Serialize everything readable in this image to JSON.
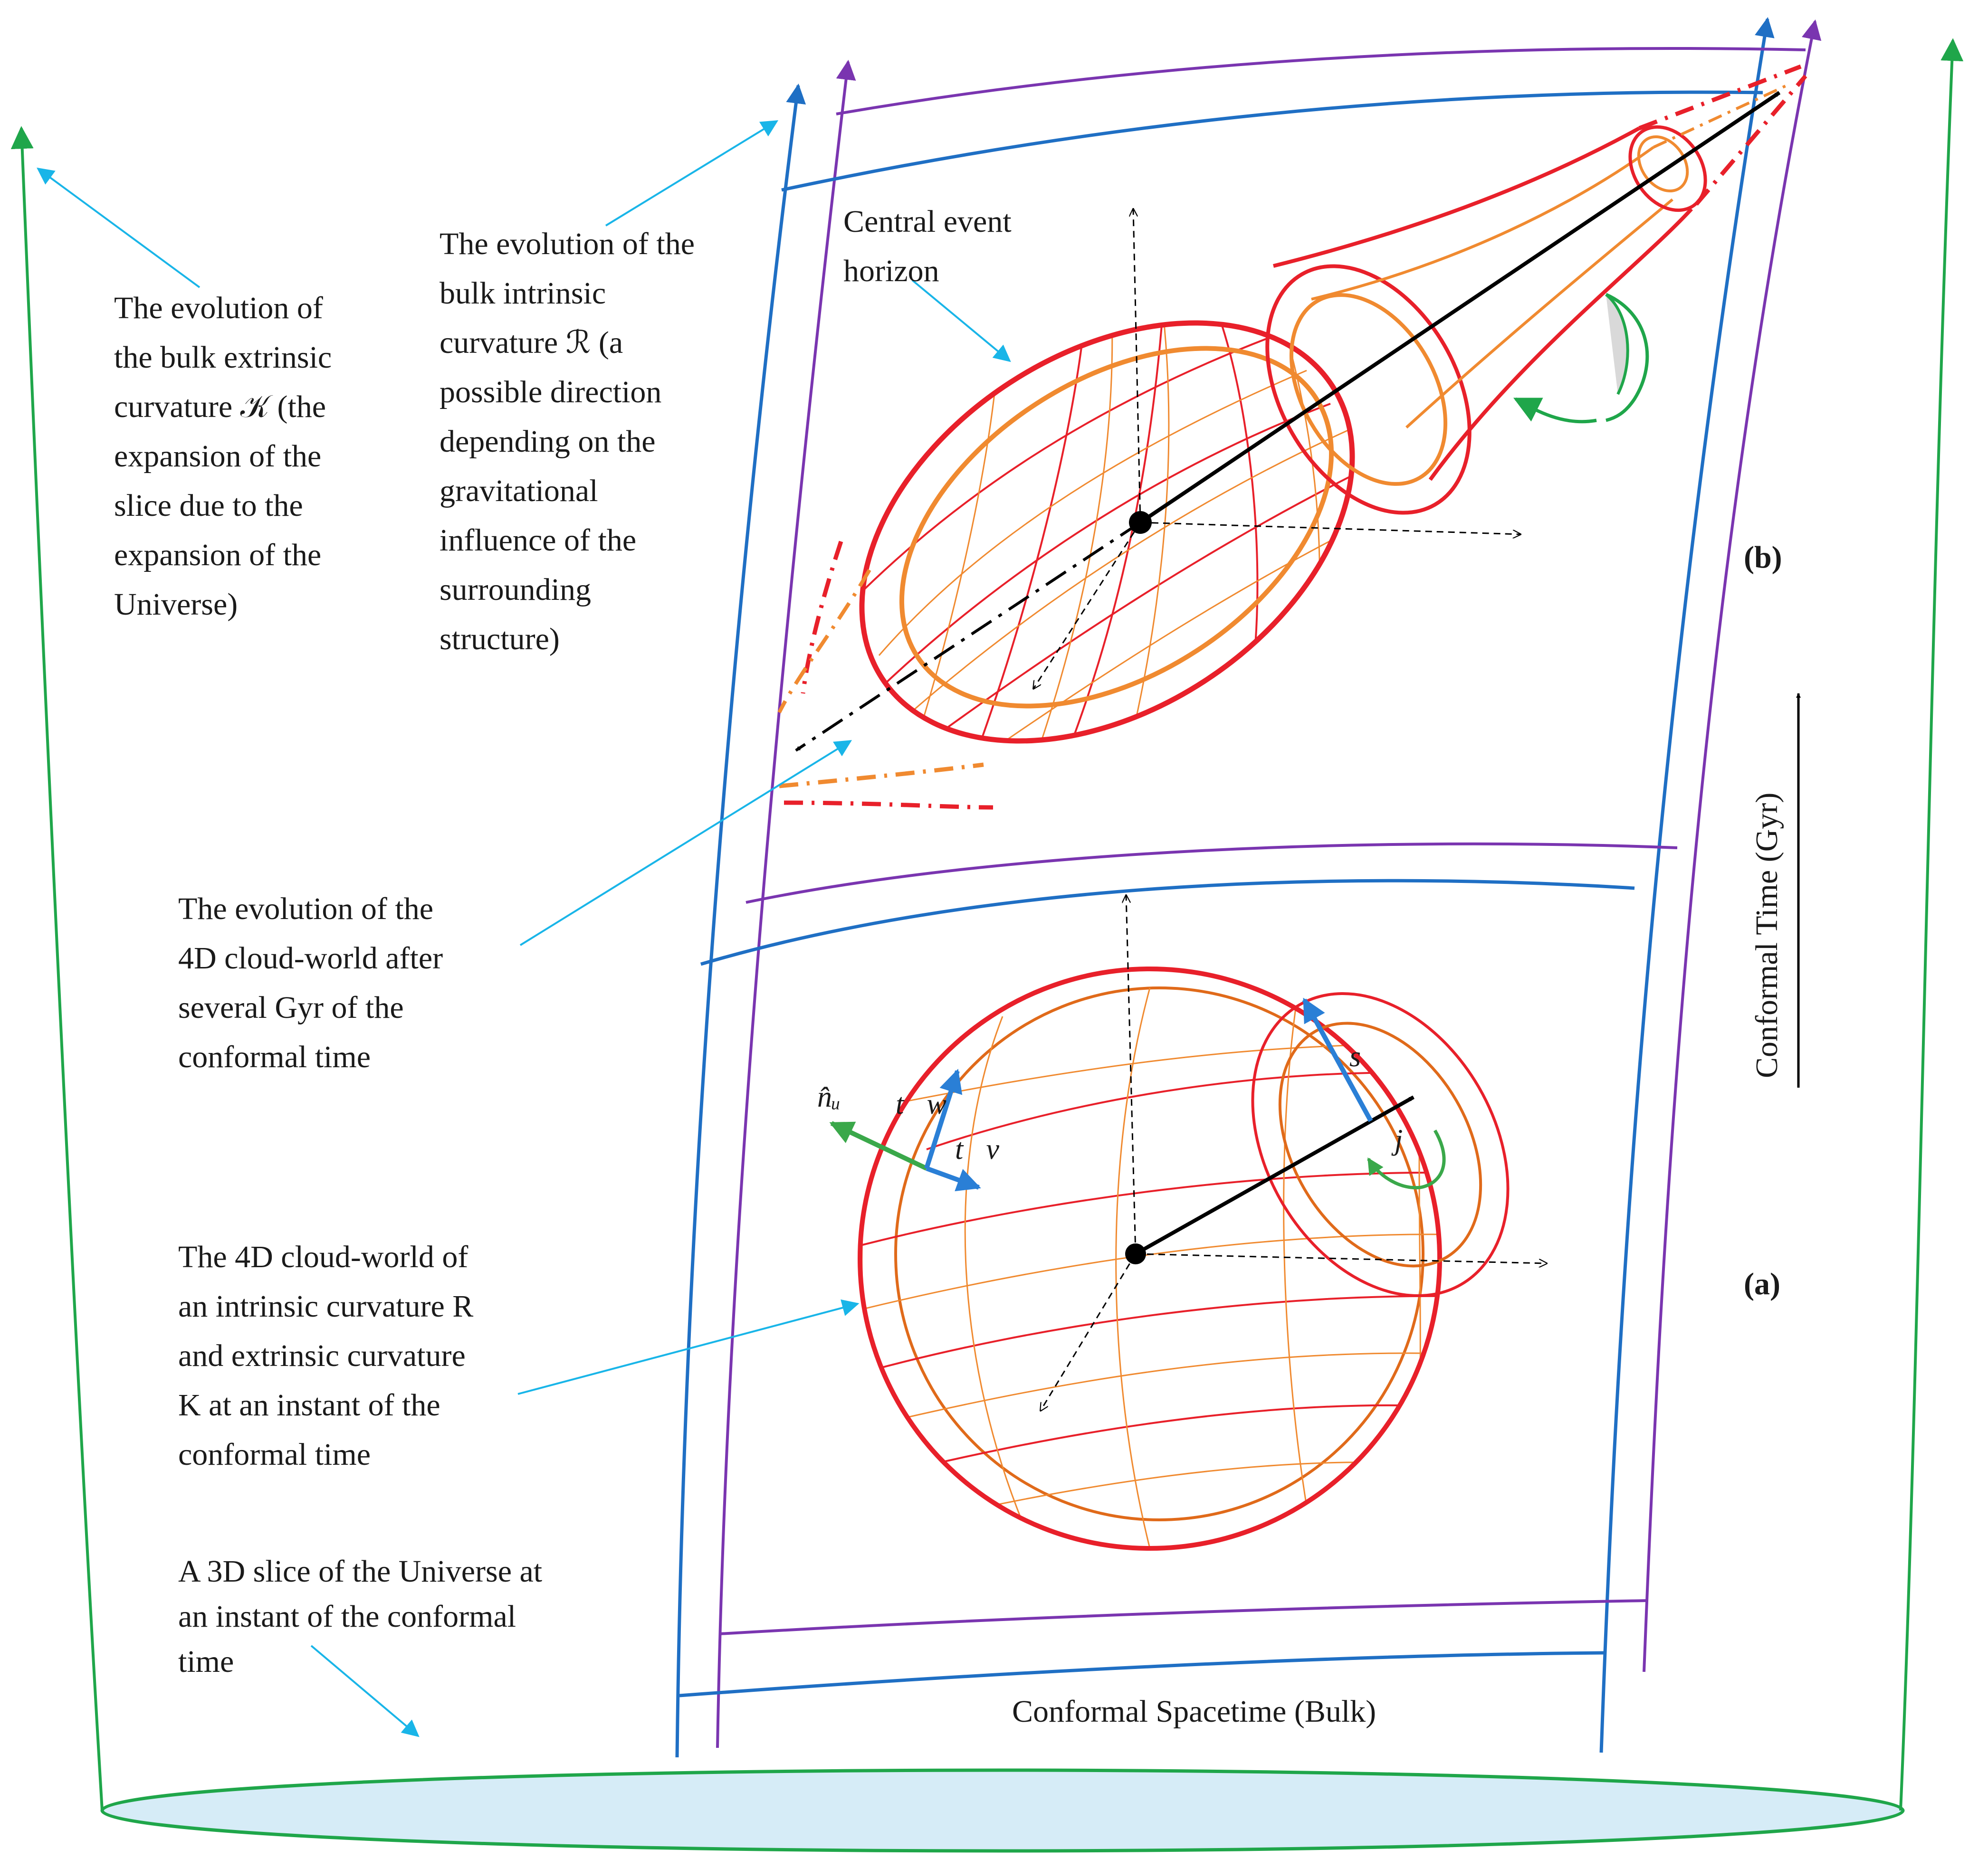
{
  "labels": {
    "bulk_extrinsic": [
      "The evolution of",
      "the bulk extrinsic",
      "curvature 𝒦 (the",
      "expansion of the",
      "slice due to the",
      "expansion of the",
      "Universe)"
    ],
    "bulk_intrinsic": [
      "The evolution of the",
      "bulk intrinsic",
      "curvature ℛ (a",
      "possible direction",
      "depending on the",
      "gravitational",
      "influence of the",
      "surrounding",
      "structure)"
    ],
    "central_horizon": [
      "Central event",
      "horizon"
    ],
    "evolution_4d": [
      "The evolution of the",
      "4D cloud-world after",
      "several Gyr of the",
      "conformal time"
    ],
    "cloud_world_4d": [
      "The 4D cloud-world of",
      "an intrinsic curvature R",
      "and extrinsic curvature",
      "K at an instant of the",
      "conformal time"
    ],
    "slice_3d": [
      "A 3D slice of the Universe at",
      "an instant of the conformal",
      "time"
    ],
    "spacetime_bulk": "Conformal Spacetime (Bulk)",
    "conformal_time_axis": "Conformal Time (Gyr)",
    "panel_a": "(a)",
    "panel_b": "(b)",
    "vector_s": "s",
    "vector_j": "j",
    "vector_nu": "n̂ᵤ",
    "vector_tw": "t⃗w",
    "vector_tv": "t⃗v"
  },
  "colors": {
    "green": "#1fa64a",
    "blue": "#1f6fc4",
    "purple": "#7a35b0",
    "red": "#e8202a",
    "orange": "#f08a30",
    "dark_orange": "#e06a1a",
    "cyan": "#19b5e8",
    "black": "#000000",
    "base_fill": "#d6ecf7"
  }
}
